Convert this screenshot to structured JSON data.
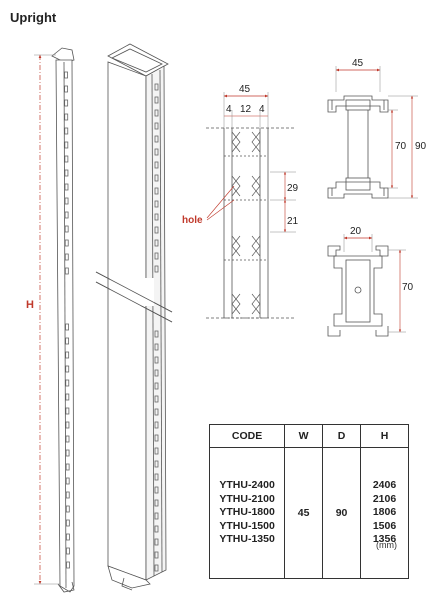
{
  "title": "Upright",
  "colors": {
    "dimension": "#c0392b",
    "line": "#555555",
    "table": "#333333"
  },
  "dimensions": {
    "height_label": "H",
    "width_total": "45",
    "side_margin_left": "4",
    "center_gap": "12",
    "side_margin_right": "4",
    "hole_label": "hole",
    "hole_height": "29",
    "hole_spacing": "21",
    "profile_top_width": "45",
    "profile_inner_height": "70",
    "profile_outer_height": "90",
    "profile_lower_width": "20",
    "profile_lower_height": "70"
  },
  "table": {
    "headers": [
      "CODE",
      "W",
      "D",
      "H"
    ],
    "codes": [
      "YTHU-2400",
      "YTHU-2100",
      "YTHU-1800",
      "YTHU-1500",
      "YTHU-1350"
    ],
    "width": "45",
    "depth": "90",
    "heights": [
      "2406",
      "2106",
      "1806",
      "1506",
      "1356"
    ]
  },
  "unit": "(mm)"
}
